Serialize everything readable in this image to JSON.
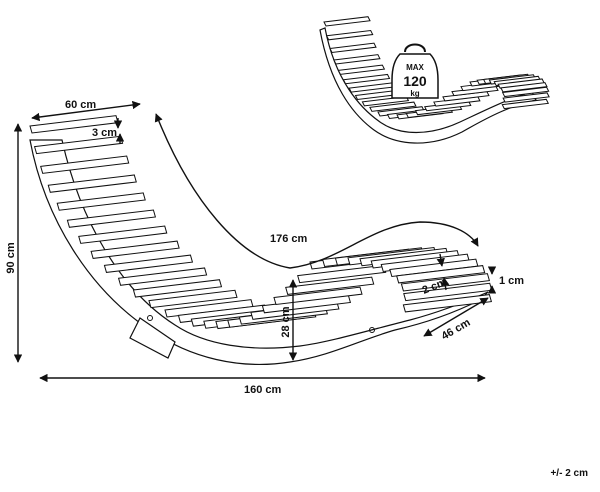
{
  "dimensions": {
    "width_top": "60 cm",
    "slat_gap": "3 cm",
    "height": "90 cm",
    "curve_length": "176 cm",
    "seat_height": "28 cm",
    "total_length": "160 cm",
    "slat_width": "2 cm",
    "slat_thickness": "1 cm",
    "foot_width": "46 cm"
  },
  "weight_badge": {
    "line1": "MAX",
    "line2": "120",
    "line3": "kg"
  },
  "tolerance": "+/- 2 cm"
}
